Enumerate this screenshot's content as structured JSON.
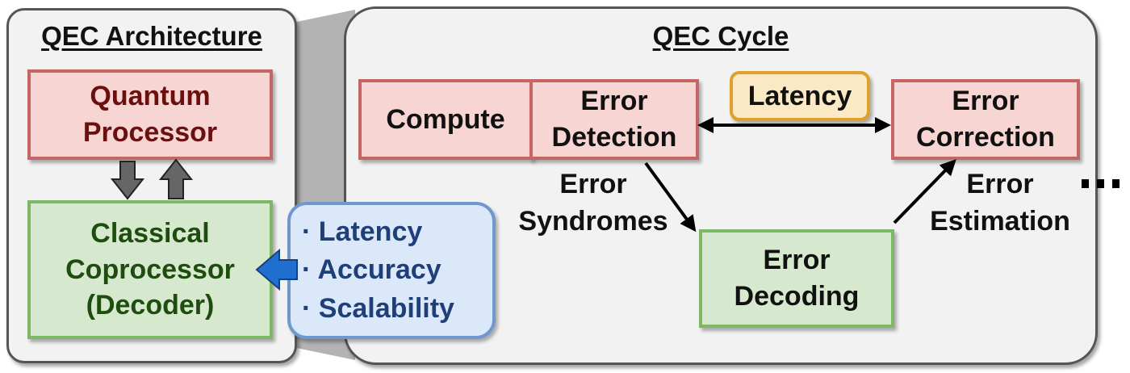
{
  "architecture": {
    "title": "QEC Architecture",
    "quantum_processor": [
      "Quantum",
      "Processor"
    ],
    "classical_coprocessor": [
      "Classical",
      "Coprocessor",
      "(Decoder)"
    ],
    "requirements": [
      "· Latency",
      "· Accuracy",
      "· Scalability"
    ]
  },
  "cycle": {
    "title": "QEC Cycle",
    "compute": "Compute",
    "error_detection": [
      "Error",
      "Detection"
    ],
    "latency": "Latency",
    "error_correction": [
      "Error",
      "Correction"
    ],
    "error_syndromes": [
      "Error",
      "Syndromes"
    ],
    "error_decoding": [
      "Error",
      "Decoding"
    ],
    "error_estimation": [
      "Error",
      "Estimation"
    ],
    "continuation": "..."
  },
  "colors": {
    "quantum_text": "#6b0f0f",
    "classical_text": "#1e4d0f",
    "requirements_text": "#1f3f78",
    "red_border": "#c56666",
    "green_border": "#7cb866",
    "blue_border": "#6f98cf",
    "latency_border": "#e0a02a"
  }
}
